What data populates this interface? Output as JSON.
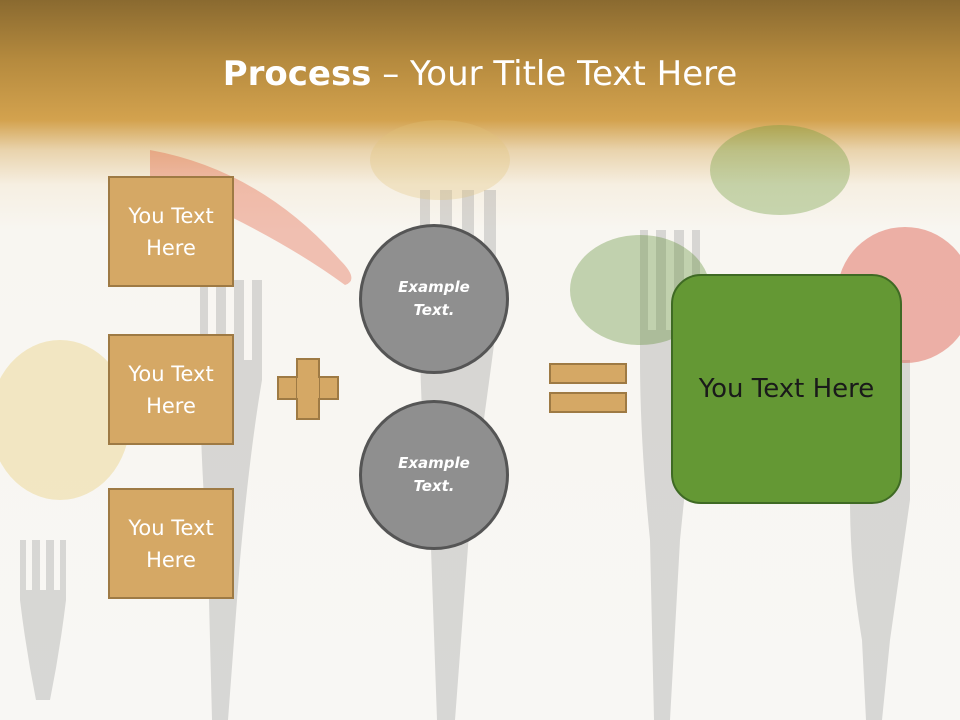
{
  "slide": {
    "title_bold": "Process",
    "title_rest": " – Your Title Text Here",
    "boxes": [
      {
        "label": "You Text Here"
      },
      {
        "label": "You Text Here"
      },
      {
        "label": "You Text Here"
      }
    ],
    "circles": [
      {
        "label": "Example Text."
      },
      {
        "label": "Example Text."
      }
    ],
    "result": {
      "label": "You Text Here"
    },
    "operators": {
      "plus": "plus-sign",
      "equals": "equals-sign"
    },
    "colors": {
      "header": "#c49448",
      "box_fill": "#d5a865",
      "circle_fill": "#8f8f8f",
      "result_fill": "#649834"
    }
  }
}
